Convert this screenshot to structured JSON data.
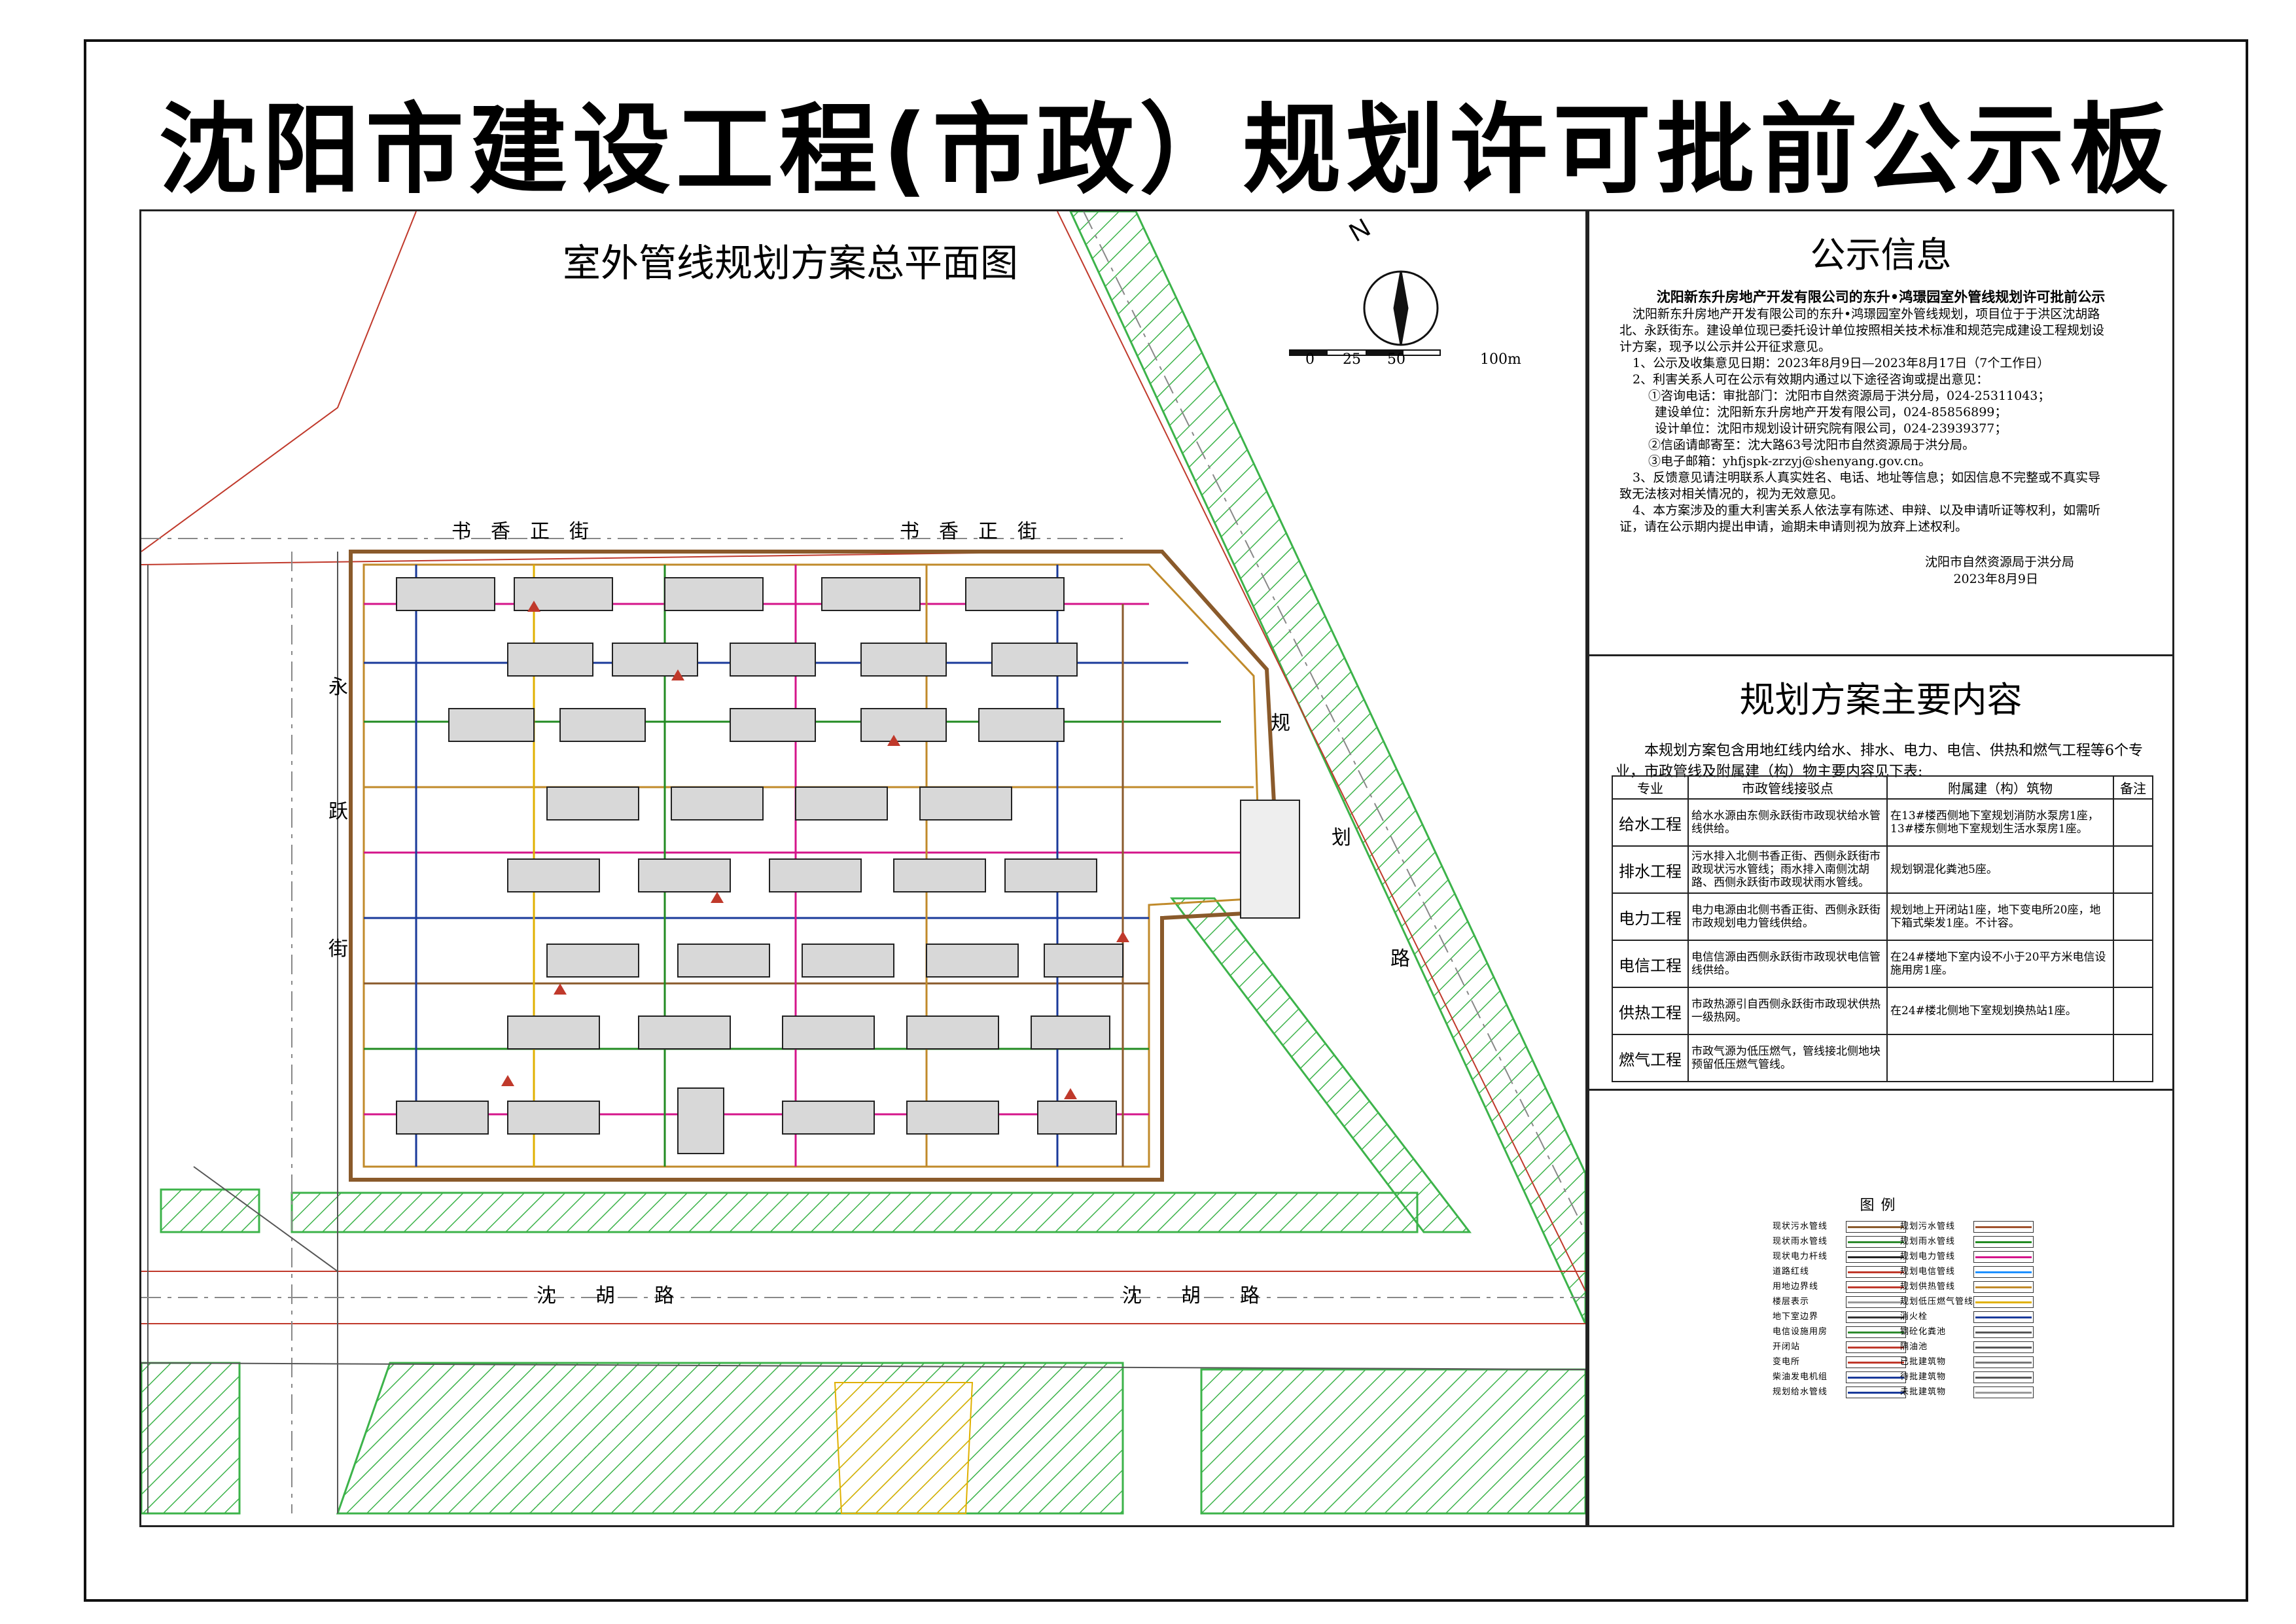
{
  "main_title": "沈阳市建设工程(市政）规划许可批前公示板",
  "map": {
    "title": "室外管线规划方案总平面图",
    "north_label": "N",
    "scale_labels": [
      "0",
      "25",
      "50",
      "100m"
    ],
    "streets": {
      "north_left": "书香正街",
      "north_right": "书香正街",
      "west_1": "永",
      "west_2": "跃",
      "west_3": "街",
      "east_1": "规",
      "east_2": "划",
      "east_3": "路",
      "south_left": "沈胡路",
      "south_right": "沈胡路"
    }
  },
  "info": {
    "heading": "公示信息",
    "subtitle": "沈阳新东升房地产开发有限公司的东升•鸿璟园室外管线规划许可批前公示",
    "lines": [
      "沈阳新东升房地产开发有限公司的东升•鸿璟园室外管线规划，项目位于于洪区沈胡路",
      "北、永跃街东。建设单位现已委托设计单位按照相关技术标准和规范完成建设工程规划设",
      "计方案，现予以公示并公开征求意见。",
      "1、公示及收集意见日期：2023年8月9日—2023年8月17日（7个工作日）",
      "2、利害关系人可在公示有效期内通过以下途径咨询或提出意见：",
      "①咨询电话：审批部门：沈阳市自然资源局于洪分局，024-25311043；",
      "建设单位：沈阳新东升房地产开发有限公司，024-85856899；",
      "设计单位：沈阳市规划设计研究院有限公司，024-23939377；",
      "②信函请邮寄至：沈大路63号沈阳市自然资源局于洪分局。",
      "③电子邮箱：yhfjspk-zrzyj@shenyang.gov.cn。",
      "3、反馈意见请注明联系人真实姓名、电话、地址等信息；如因信息不完整或不真实导",
      "致无法核对相关情况的，视为无效意见。",
      "4、本方案涉及的重大利害关系人依法享有陈述、申辩、以及申请听证等权利，如需听",
      "证，请在公示期内提出申请，逾期未申请则视为放弃上述权利。"
    ],
    "signature_org": "沈阳市自然资源局于洪分局",
    "signature_date": "2023年8月9日"
  },
  "plan": {
    "heading": "规划方案主要内容",
    "intro": "本规划方案包含用地红线内给水、排水、电力、电信、供热和燃气工程等6个专业，市政管线及附属建（构）物主要内容见下表:",
    "columns": [
      "专业",
      "市政管线接驳点",
      "附属建（构）筑物",
      "备注"
    ],
    "rows": [
      {
        "cat": "给水工程",
        "conn": "给水水源由东侧永跃街市政现状给水管线供给。",
        "fac": "在13#楼西侧地下室规划消防水泵房1座，13#楼东侧地下室规划生活水泵房1座。",
        "note": ""
      },
      {
        "cat": "排水工程",
        "conn": "污水排入北侧书香正街、西侧永跃街市政现状污水管线；雨水排入南侧沈胡路、西侧永跃街市政现状雨水管线。",
        "fac": "规划钢混化粪池5座。",
        "note": ""
      },
      {
        "cat": "电力工程",
        "conn": "电力电源由北侧书香正街、西侧永跃街市政规划电力管线供给。",
        "fac": "规划地上开闭站1座，地下变电所20座，地下箱式柴发1座。不计容。",
        "note": ""
      },
      {
        "cat": "电信工程",
        "conn": "电信信源由西侧永跃街市政现状电信管线供给。",
        "fac": "在24#楼地下室内设不小于20平方米电信设施用房1座。",
        "note": ""
      },
      {
        "cat": "供热工程",
        "conn": "市政热源引自西侧永跃街市政现状供热一级热网。",
        "fac": "在24#楼北侧地下室规划换热站1座。",
        "note": ""
      },
      {
        "cat": "燃气工程",
        "conn": "市政气源为低压燃气，管线接北侧地块预留低压燃气管线。",
        "fac": "",
        "note": ""
      }
    ]
  },
  "legend": {
    "title": "图例",
    "left": [
      "现状污水管线",
      "现状雨水管线",
      "现状电力杆线",
      "道路红线",
      "用地边界线",
      "楼层表示",
      "地下室边界",
      "电信设施用房",
      "开闭站",
      "变电所",
      "柴油发电机组",
      "规划给水管线"
    ],
    "right": [
      "规划污水管线",
      "规划雨水管线",
      "规划电力管线",
      "规划电信管线",
      "规划供热管线",
      "规划低压燃气管线",
      "消火栓",
      "钢砼化粪池",
      "隔油池",
      "已批建筑物",
      "待批建筑物",
      "未批建筑物"
    ],
    "left_colors": [
      "#8a5a2b",
      "#2e8b2e",
      "#222222",
      "#c0392b",
      "#c0392b",
      "#999999",
      "#333333",
      "#2e8b2e",
      "#c0392b",
      "#c0392b",
      "#1a3a9a",
      "#1a3a9a"
    ],
    "right_colors": [
      "#a0522d",
      "#228b22",
      "#d4148a",
      "#1e90ff",
      "#c08a2a",
      "#e0b000",
      "#1a3a9a",
      "#555555",
      "#555555",
      "#777777",
      "#555555",
      "#999999"
    ]
  },
  "colors": {
    "green_hatch": "#3cb34a",
    "road_red": "#c0392b",
    "water": "#1a3a9a",
    "power": "#d4148a",
    "gas": "#e0b000",
    "heat": "#c08a2a",
    "storm": "#228b22",
    "sewer": "#8a5a2b"
  }
}
